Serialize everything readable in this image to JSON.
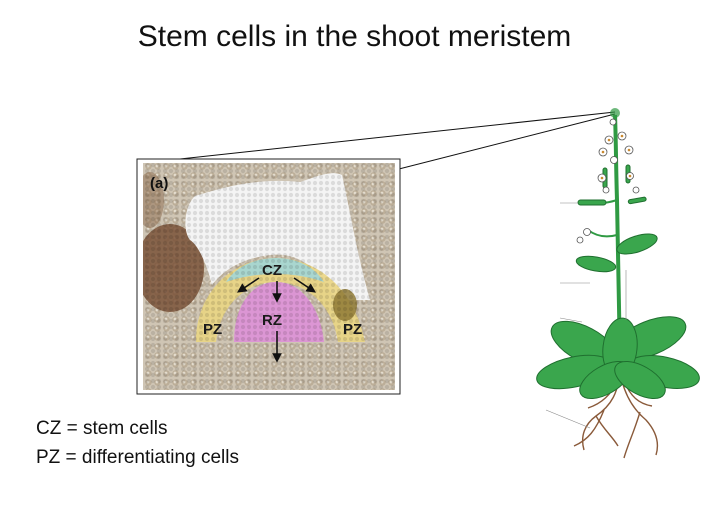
{
  "title": "Stem cells in the shoot meristem",
  "panel": {
    "label": "(a)",
    "zones": {
      "cz": "CZ",
      "rz": "RZ",
      "pz_left": "PZ",
      "pz_right": "PZ"
    }
  },
  "legend": [
    "CZ = stem cells",
    "PZ = differentiating cells"
  ],
  "colors": {
    "cz": "#a9d6cf",
    "rz": "#dc93d6",
    "pz": "#e9d584",
    "tissue": "#c9bfae",
    "plant_green": "#2f9a43",
    "root": "#8a5a3a"
  }
}
